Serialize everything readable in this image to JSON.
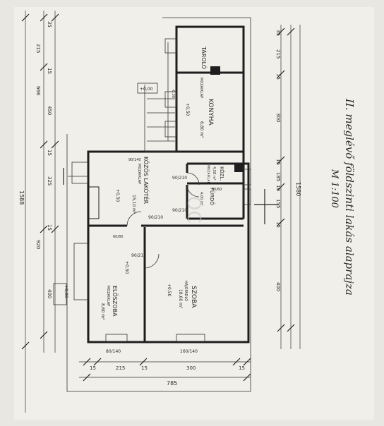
{
  "title": {
    "line1": "II. meglévő földszinti lakás alaprajza",
    "scale": "M 1:100"
  },
  "rooms": [
    {
      "id": "tarolo",
      "name": "TÁROLÓ",
      "floor": "",
      "area": ""
    },
    {
      "id": "konyha",
      "name": "KONYHA",
      "floor": "MOZAIKLAP",
      "area": "6,80 m²"
    },
    {
      "id": "kozl",
      "name": "KÖZL.",
      "floor": "MOZAIKLAP",
      "area": "4,58 m²"
    },
    {
      "id": "lakoter",
      "name": "KÖZÖS LAKÓTÉR",
      "floor": "MOZAIKLAP",
      "area": "15,10 m²"
    },
    {
      "id": "furdo",
      "name": "FÜRDŐ",
      "floor": "",
      "area": "4,00 m²"
    },
    {
      "id": "eloszoba",
      "name": "ELŐSZOBA",
      "floor": "MOZAIKLAP",
      "area": "8,60 m²"
    },
    {
      "id": "szoba",
      "name": "SZOBA",
      "floor": "HAJÓPADLÓ",
      "area": "18,60 m²"
    }
  ],
  "levels": {
    "konyha": "+0,50",
    "lakoter": "+0,50",
    "eloszoba": "+0,50",
    "szoba": "+0,50",
    "side_box": "+0,00",
    "bottom_box": "+0,00",
    "entry": "-0,30"
  },
  "openings": {
    "door1": "90/210",
    "door2": "90/210",
    "door3": "90/210",
    "door4": "90/210",
    "win1": "60/60",
    "win2": "80/140",
    "win3": "60/80",
    "win4": "160/140",
    "win5": "90/140"
  },
  "dims_left": {
    "d1": "35",
    "d2": "215",
    "d3": "15",
    "d4": "666",
    "d5": "450",
    "d6": "15",
    "d7": "325",
    "d8": "15",
    "d9": "920",
    "d10": "400",
    "d11": "1588"
  },
  "dims_right": {
    "r1": "35",
    "r2": "215",
    "r3": "15",
    "r4": "300",
    "r5": "15",
    "r6": "185",
    "r7": "10",
    "r8": "155",
    "r9": "15",
    "r10": "400",
    "r11": "1580"
  },
  "dims_bottom": {
    "b1": "15",
    "b2": "215",
    "b3": "15",
    "b4": "300",
    "b5": "15",
    "b6": "785"
  },
  "watermark": "OC"
}
